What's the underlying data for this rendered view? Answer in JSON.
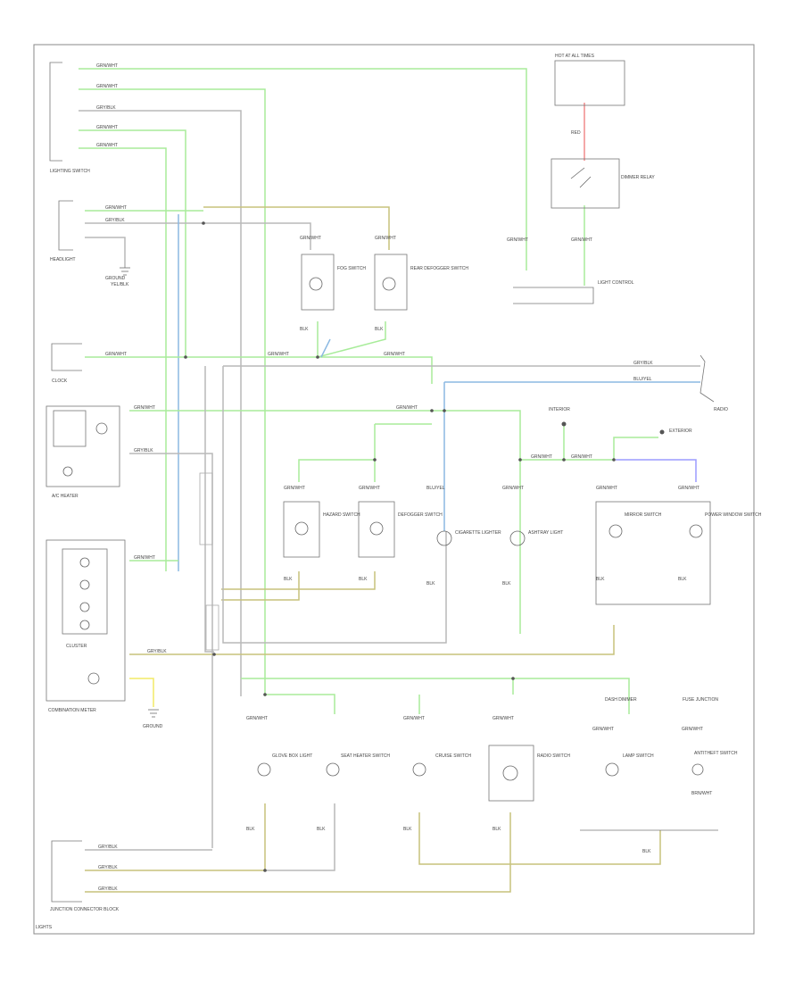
{
  "colors": {
    "green": "#a8ec9a",
    "light_green": "#c6f2b4",
    "gray": "#b9b9b9",
    "blue": "#8cb8e2",
    "yellow": "#f2ea66",
    "olive": "#c7c27c",
    "red": "#f08a8a",
    "violet": "#9b9bff",
    "outline": "#777777"
  },
  "labels": {
    "footer": "LIGHTS",
    "lighting_switch": "LIGHTING SWITCH",
    "headlight_switch_row": "HEADLIGHT",
    "clock": "CLOCK",
    "a_c_heater": "A/C HEATER",
    "cluster": "CLUSTER",
    "combination_meter": "COMBINATION METER",
    "junction_block": "JUNCTION CONNECTOR BLOCK",
    "fuse_block": "HOT AT ALL TIMES",
    "dimmer_relay": "DIMMER RELAY",
    "fog_switch": "FOG SWITCH",
    "rear_defogger_switch": "REAR DEFOGGER SWITCH",
    "hazard_switch": "HAZARD SWITCH",
    "defogger_switch": "DEFOGGER SWITCH",
    "cigarette_lighter": "CIGARETTE LIGHTER",
    "ashtray_light": "ASHTRAY LIGHT",
    "mirror_switch": "MIRROR SWITCH",
    "power_window_switch": "POWER WINDOW SWITCH",
    "glove_box_light": "GLOVE BOX LIGHT",
    "seat_heater_switch": "SEAT HEATER SWITCH",
    "cruise_switch": "CRUISE SWITCH",
    "radio_switch": "RADIO SWITCH",
    "lamp_switch": "LAMP SWITCH",
    "antitheft_switch": "ANTITHEFT SWITCH",
    "dash_dimmer": "DASH DIMMER",
    "fuse_junction": "FUSE JUNCTION",
    "ground_g1": "GROUND",
    "ground_g2": "GROUND",
    "light_control": "LIGHT CONTROL",
    "radio_front": "RADIO",
    "exterior_power": "EXTERIOR",
    "interior_power": "INTERIOR",
    "wire_grn": "GRN/WHT",
    "wire_gry": "GRY/BLK",
    "wire_blu": "BLU/YEL",
    "wire_yel": "YEL/BLK",
    "wire_red": "RED",
    "wire_brn": "BRN/WHT",
    "wire_blk": "BLK"
  }
}
